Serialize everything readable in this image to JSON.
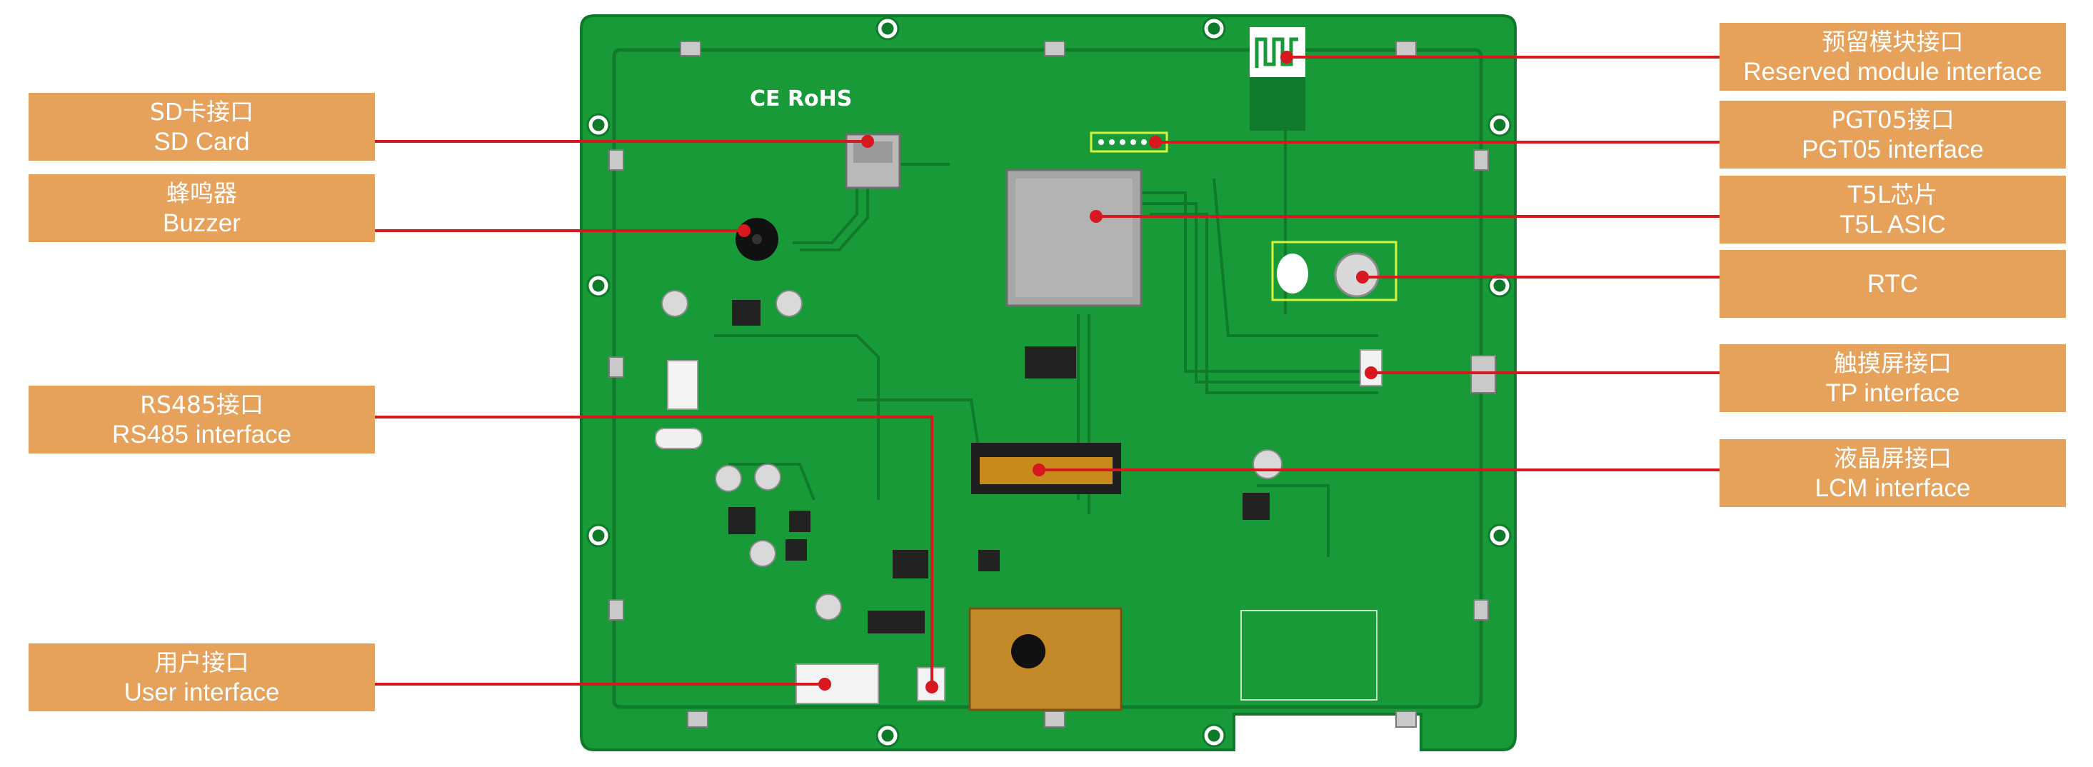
{
  "board": {
    "certification_marks": "CE  RoHS",
    "colors": {
      "pcb": "#199a38",
      "pcb_dark": "#0f7a2a",
      "pcb_edge": "#5fc26f",
      "callout_bg": "#e6a15a",
      "callout_text": "#ffffff",
      "leader_line": "#d7191f",
      "highlight_box": "#d8f23a"
    }
  },
  "callouts": [
    {
      "id": "sd-card",
      "cn": "SD卡接口",
      "en": "SD Card"
    },
    {
      "id": "buzzer",
      "cn": "蜂鸣器",
      "en": "Buzzer"
    },
    {
      "id": "rs485",
      "cn": "RS485接口",
      "en": "RS485 interface"
    },
    {
      "id": "user-interface",
      "cn": "用户接口",
      "en": "User interface"
    },
    {
      "id": "reserved-module",
      "cn": "预留模块接口",
      "en": "Reserved module interface"
    },
    {
      "id": "pgt05",
      "cn": "PGT05接口",
      "en": "PGT05 interface"
    },
    {
      "id": "t5l-asic",
      "cn": "T5L芯片",
      "en": "T5L ASIC"
    },
    {
      "id": "rtc",
      "cn": "",
      "en": "RTC"
    },
    {
      "id": "tp",
      "cn": "触摸屏接口",
      "en": "TP interface"
    },
    {
      "id": "lcm",
      "cn": "液晶屏接口",
      "en": "LCM interface"
    }
  ]
}
